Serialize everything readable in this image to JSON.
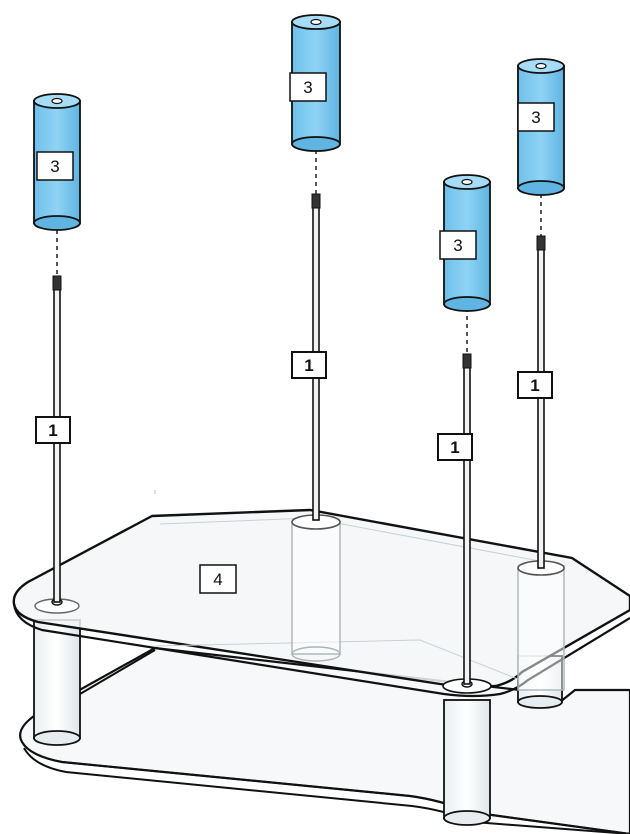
{
  "callouts": {
    "part_1": "1",
    "part_3": "3",
    "part_4": "4"
  },
  "colors": {
    "spacer": "#84ccf0",
    "spacer_dark": "#4ea8d8",
    "outline": "#111111",
    "glass": "#f4f7f8"
  }
}
